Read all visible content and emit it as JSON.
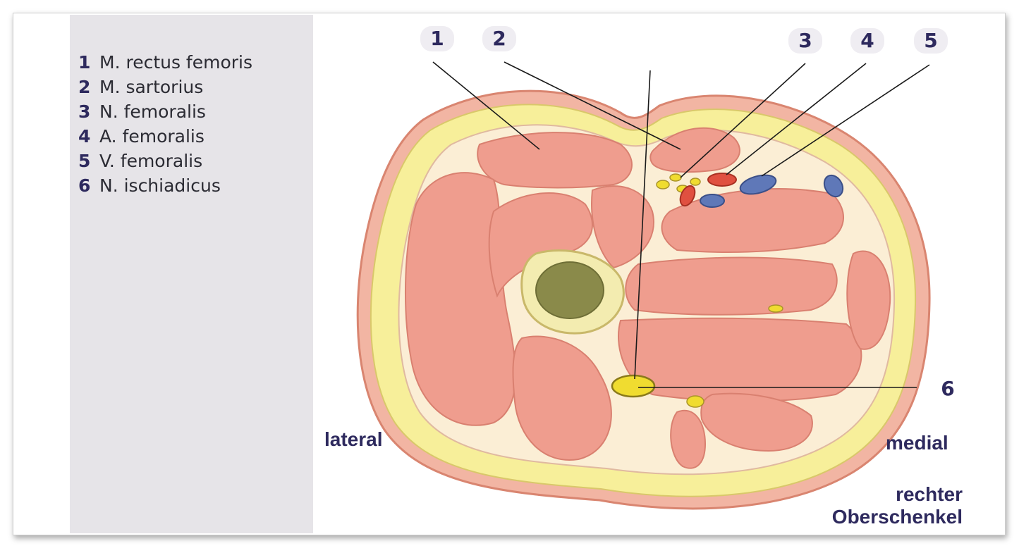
{
  "legend": [
    {
      "num": "1",
      "label": "M. rectus femoris"
    },
    {
      "num": "2",
      "label": "M. sartorius"
    },
    {
      "num": "3",
      "label": "N. femoralis"
    },
    {
      "num": "4",
      "label": "A. femoralis"
    },
    {
      "num": "5",
      "label": "V. femoralis"
    },
    {
      "num": "6",
      "label": "N. ischiadicus"
    }
  ],
  "callouts": [
    "1",
    "2",
    "3",
    "4",
    "5",
    "6"
  ],
  "orientation": {
    "left": "lateral",
    "right": "medial"
  },
  "caption": {
    "line1": "rechter",
    "line2": "Oberschenkel"
  },
  "colors": {
    "muscle": "#ef9d8e",
    "fat": "#f7ef9a",
    "skin": "#f2b5a3",
    "artery": "#e05040",
    "vein": "#5f78b8",
    "nerve": "#f0dc30",
    "bone": "#8a8a4a",
    "text": "#2e2a5e"
  }
}
